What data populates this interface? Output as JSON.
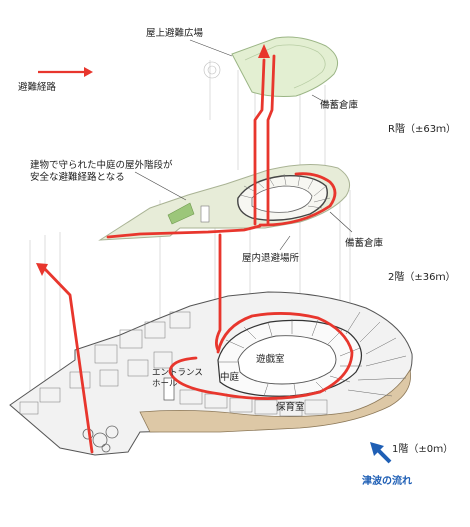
{
  "legend": {
    "label": "避難経路",
    "color": "#e8362d"
  },
  "labels": {
    "rooftop_plaza": "屋上避難広場",
    "storage_roof": "備蓄倉庫",
    "courtyard_stairs": "建物で守られた中庭の屋外階段が\n安全な避難経路となる",
    "storage_2f": "備蓄倉庫",
    "indoor_refuge": "屋内退避場所",
    "playroom": "遊戯室",
    "courtyard": "中庭",
    "entrance_hall": "エントランス\nホール",
    "nursery": "保育室"
  },
  "levels": {
    "roof": "R階（±63ｍ）",
    "second": "2階（±36ｍ）",
    "first": "1階（±0ｍ）"
  },
  "tsunami": {
    "label": "津波の流れ",
    "color": "#1f5fb5"
  }
}
